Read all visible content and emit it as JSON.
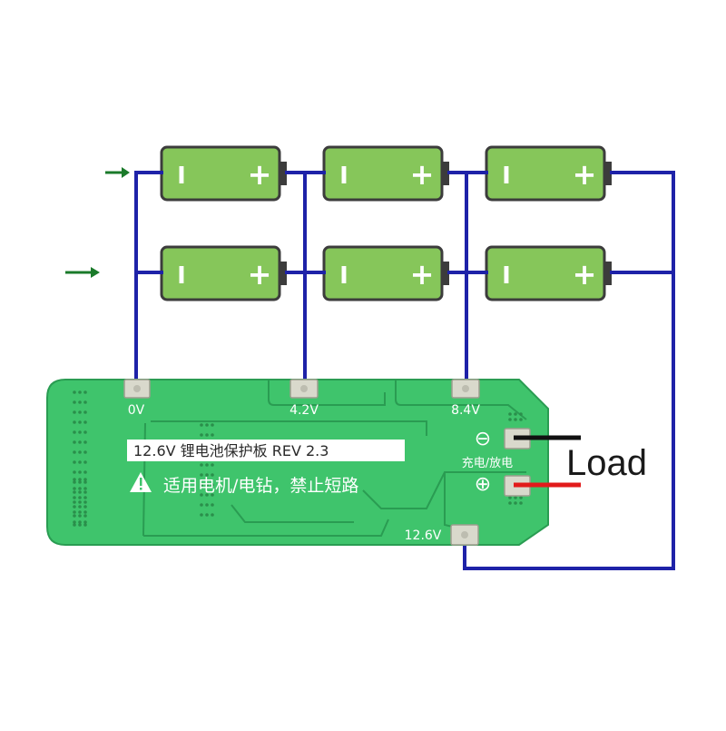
{
  "colors": {
    "wire": "#1e22a8",
    "battery_fill": "#86c65a",
    "battery_border": "#3c3c3c",
    "pcb": "#3fc46c",
    "pcb_dark": "#2fae5a",
    "pad": "#d9d9cc",
    "arrow": "#1a7a2a",
    "lead_black": "#111111",
    "lead_red": "#e21b1b"
  },
  "batteries": {
    "minus_symbol": "I",
    "plus_symbol": "+"
  },
  "pads": {
    "p0": "0V",
    "p1": "4.2V",
    "p2": "8.4V",
    "p3": "12.6V"
  },
  "board": {
    "title": "12.6V 锂电池保护板 REV 2.3",
    "warning": "适用电机/电钻，禁止短路",
    "warning_icon": "warning-triangle-icon",
    "terminal_label": "充电/放电",
    "minus_terminal": "⊖",
    "plus_terminal": "⊕"
  },
  "load": {
    "label": "Load"
  }
}
